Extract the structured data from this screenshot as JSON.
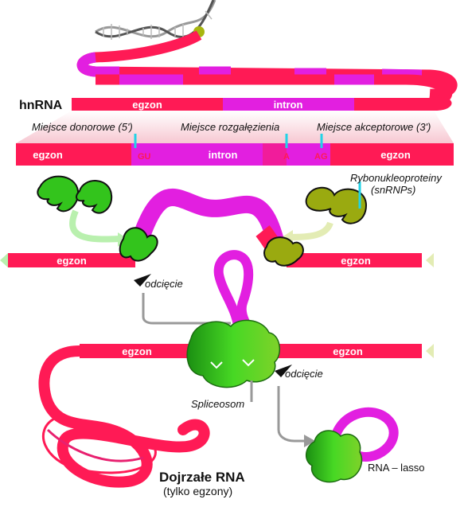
{
  "labels": {
    "hnrna": "hnRNA",
    "top_exon": "egzon",
    "top_intron": "intron",
    "donor_site": "Miejsce donorowe (5')",
    "branch_site": "Miejsce rozgałęzienia",
    "acceptor_site": "Miejsce akceptorowe (3')",
    "band_exon_left": "egzon",
    "band_intron": "intron",
    "band_exon_right": "egzon",
    "gu": "GU",
    "a": "A",
    "ag": "AG",
    "snrnp_title": "Rybonukleoproteiny",
    "snrnp_abbr": "(snRNPs)",
    "mid_exon_left": "egzon",
    "mid_exon_right": "egzon",
    "cut_top": "odcięcie",
    "low_exon_left": "egzon",
    "low_exon_right": "egzon",
    "cut_bottom": "odcięcie",
    "spliceosome": "Spliceosom",
    "lasso": "RNA – lasso",
    "mature_title": "Dojrzałe RNA",
    "mature_sub": "(tylko egzony)"
  },
  "colors": {
    "exon": "#ff1a55",
    "intron": "#e21fe0",
    "snrnp_green": "#33c41c",
    "snrnp_olive": "#9aaa10",
    "site_marker": "#22d3e6"
  }
}
